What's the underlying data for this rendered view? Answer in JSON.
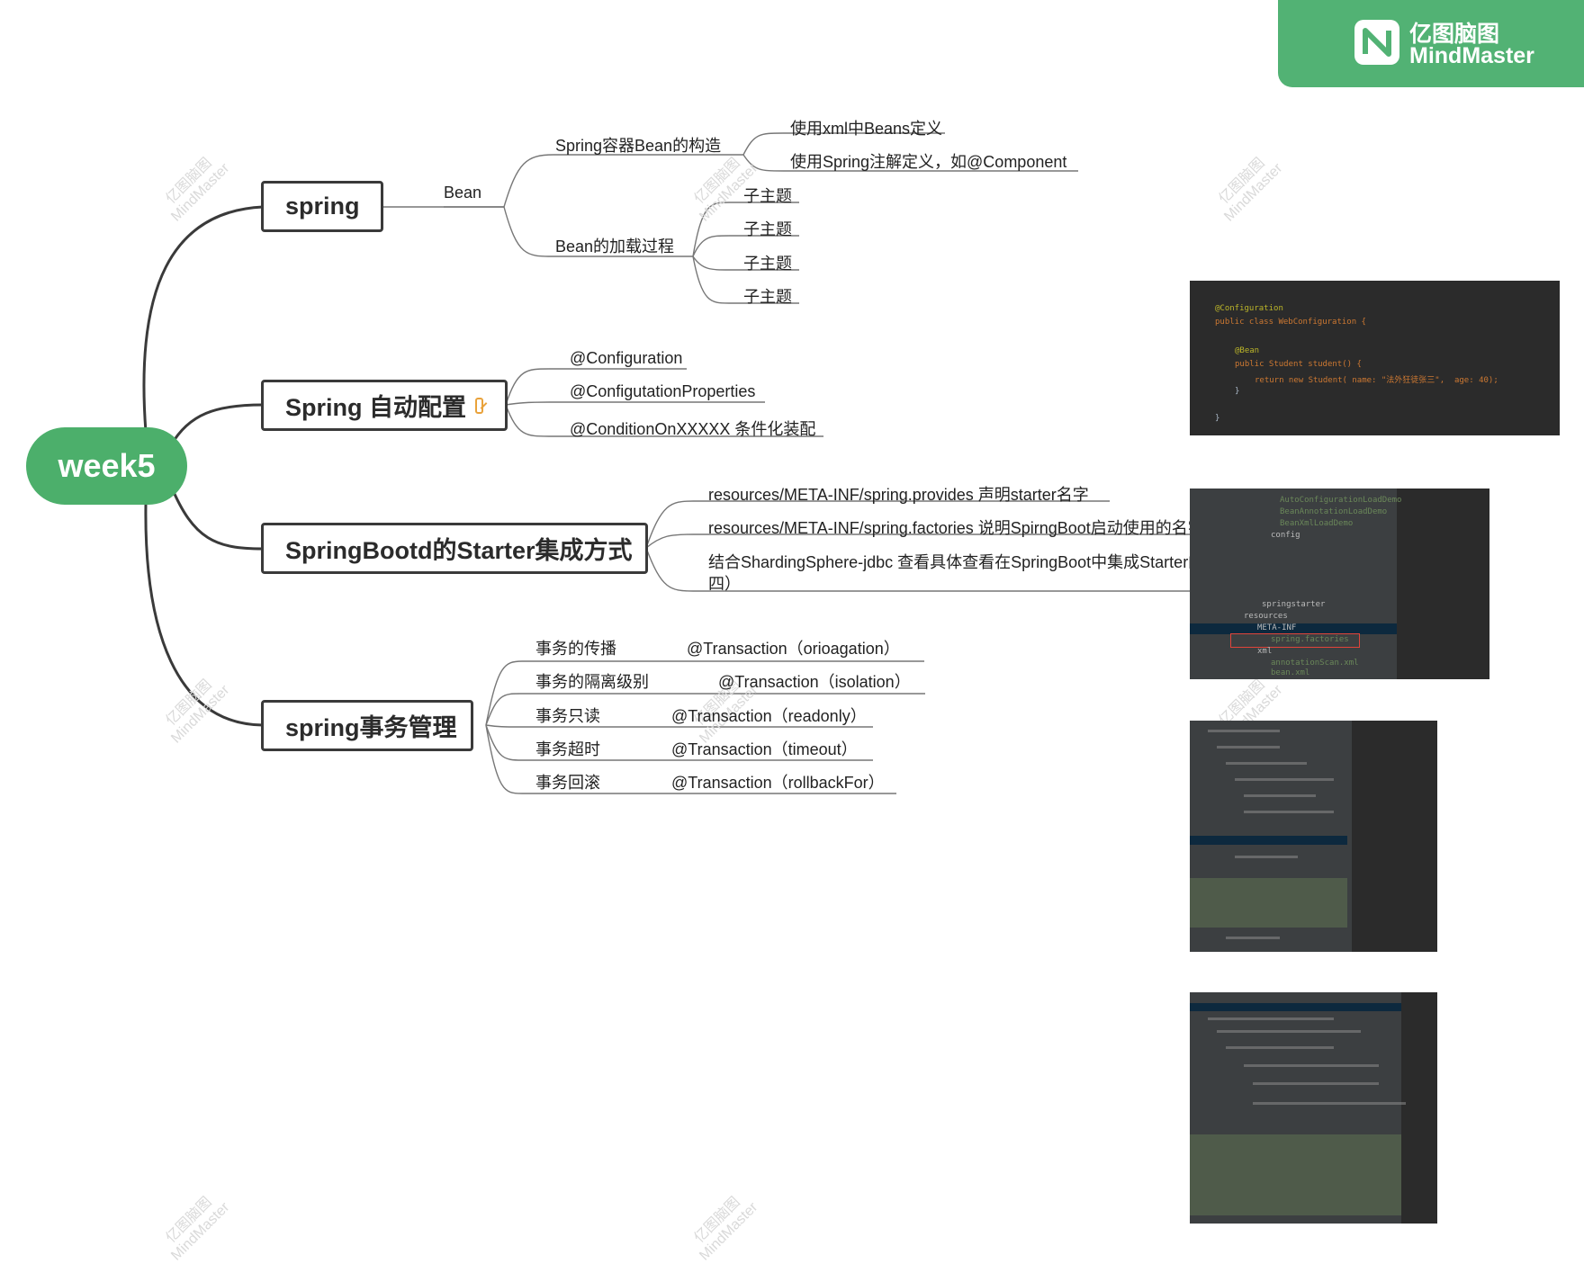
{
  "brand": {
    "cn": "亿图脑图",
    "en": "MindMaster",
    "color": "#52b274"
  },
  "watermark": {
    "cn": "亿图脑图",
    "en": "MindMaster"
  },
  "root": {
    "label": "week5",
    "color": "#4caf6b"
  },
  "topics": [
    {
      "label": "spring",
      "branches": [
        {
          "label": "Bean",
          "children": [
            {
              "label": "Spring容器Bean的构造",
              "children": [
                "使用xml中Beans定义",
                "使用Spring注解定义，如@Component"
              ]
            },
            {
              "label": "Bean的加载过程",
              "children": [
                "子主题",
                "子主题",
                "子主题",
                "子主题"
              ]
            }
          ]
        }
      ]
    },
    {
      "label": "Spring 自动配置",
      "icon": "note-edit-icon",
      "children": [
        "@Configuration",
        "@ConfigutationProperties",
        "@ConditionOnXXXXX 条件化装配"
      ]
    },
    {
      "label": "SpringBootd的Starter集成方式",
      "children": [
        "resources/META-INF/spring.provides 声明starter名字",
        "resources/META-INF/spring.factories 说明SpirngBoot启动使用的名字",
        "结合ShardingSphere-jdbc 查看具体查看在SpringBoot中集成Starter的方式（图片",
        "四）"
      ]
    },
    {
      "label": "spring事务管理",
      "children": [
        {
          "label": "事务的传播",
          "detail": "@Transaction（orioagation）"
        },
        {
          "label": "事务的隔离级别",
          "detail": "@Transaction（isolation）"
        },
        {
          "label": "事务只读",
          "detail": "@Transaction（readonly）"
        },
        {
          "label": "事务超时",
          "detail": "@Transaction（timeout）"
        },
        {
          "label": "事务回滚",
          "detail": "@Transaction（rollbackFor）"
        }
      ]
    }
  ],
  "screenshots": [
    {
      "name": "code-screenshot-webconfiguration",
      "lines": [
        "@Configuration",
        "public class WebConfiguration {",
        "@Bean",
        "public Student student() {",
        "return new Student( name: \"法外狂徒张三\",  age: 40);",
        "}",
        "}"
      ]
    },
    {
      "name": "project-tree-spring-factories",
      "lines": [
        "AutoConfigurationLoadDemo",
        "BeanAnnotationLoadDemo",
        "BeanXmlLoadDemo",
        "config",
        "springstarter",
        "resources",
        "META-INF",
        "spring.factories",
        "xml",
        "annotationScan.xml",
        "bean.xml"
      ]
    },
    {
      "name": "project-tree-springboot",
      "lines": []
    },
    {
      "name": "project-tree-shardingsphere",
      "lines": []
    }
  ]
}
